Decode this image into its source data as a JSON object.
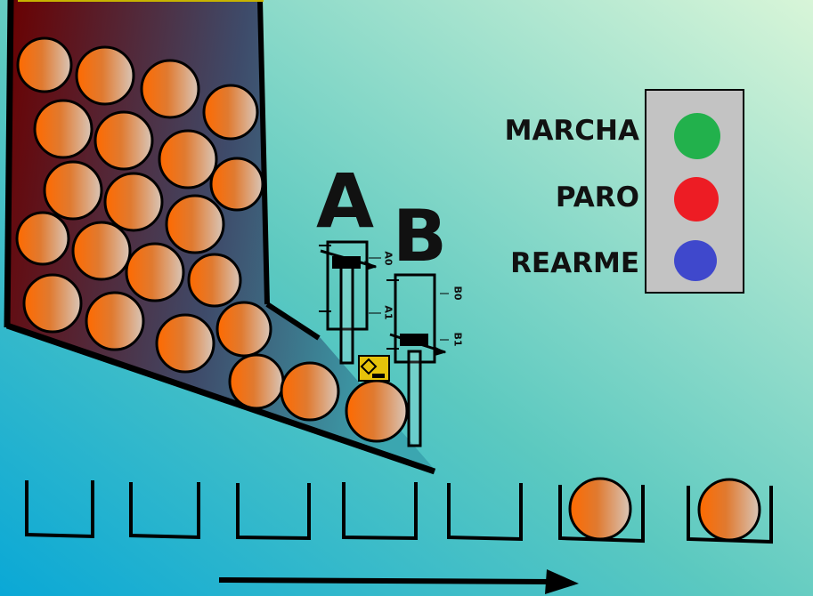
{
  "labels": {
    "cylinder_a": "A",
    "cylinder_b": "B",
    "sensor_a0": "A0",
    "sensor_a1": "A1",
    "sensor_b0": "B0",
    "sensor_b1": "B1"
  },
  "controls": {
    "start_label": "MARCHA",
    "stop_label": "PARO",
    "reset_label": "REARME",
    "start_color": "#22b14c",
    "stop_color": "#ed1c24",
    "reset_color": "#3f48cc"
  },
  "colors": {
    "bg_left": "#0aa8d6",
    "bg_right": "#d8f5d8",
    "hopper_dark": "#6a0000",
    "ball_orange": "#ff6a00",
    "ball_light": "#d9c6b8",
    "sensor_yellow": "#e6c20a"
  },
  "conveyor": {
    "cups": 7,
    "cups_filled": 2
  }
}
